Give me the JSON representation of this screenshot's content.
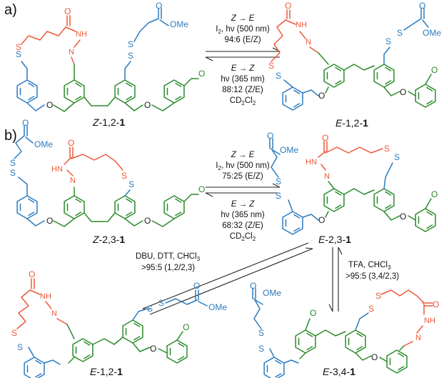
{
  "panels": {
    "a": "a)",
    "b": "b)"
  },
  "compounds": {
    "z12": {
      "prefix": "Z",
      "suffix": "-1,2-",
      "bold": "1"
    },
    "e12_top": {
      "prefix": "E",
      "suffix": "-1,2-",
      "bold": "1"
    },
    "z23": {
      "prefix": "Z",
      "suffix": "-2,3-",
      "bold": "1"
    },
    "e23": {
      "prefix": "E",
      "suffix": "-2,3-",
      "bold": "1"
    },
    "e12_bottom": {
      "prefix": "E",
      "suffix": "-1,2-",
      "bold": "1"
    },
    "e34": {
      "prefix": "E",
      "suffix": "-3,4-",
      "bold": "1"
    }
  },
  "atoms": {
    "S": "S",
    "O": "O",
    "OMe": "OMe",
    "N": "N",
    "NH": "NH",
    "HN": "HN",
    "H": "H"
  },
  "conditions_a": {
    "fwd_title": {
      "z": "Z",
      "arrow": " → ",
      "e": "E"
    },
    "fwd_line1": {
      "i2": "I",
      "sub": "2",
      "rest": ", hν (500 nm)"
    },
    "fwd_line2": "94:6 (E/Z)",
    "rev_title": {
      "e": "E",
      "arrow": " → ",
      "z": "Z"
    },
    "rev_line1": "hν (365 nm)",
    "rev_line2": "88:12 (Z/E)",
    "solvent": {
      "main": "CD",
      "sub": "2",
      "tail": "Cl",
      "sub2": "2"
    }
  },
  "conditions_b": {
    "fwd_title": {
      "z": "Z",
      "arrow": " → ",
      "e": "E"
    },
    "fwd_line1": {
      "i2": "I",
      "sub": "2",
      "rest": ", hν (500 nm)"
    },
    "fwd_line2": "75:25 (E/Z)",
    "rev_title": {
      "e": "E",
      "arrow": " → ",
      "z": "Z"
    },
    "rev_line1": "hν (365 nm)",
    "rev_line2": "68:32 (Z/E)",
    "solvent": {
      "main": "CD",
      "sub": "2",
      "tail": "Cl",
      "sub2": "2"
    }
  },
  "conditions_dtt": {
    "line1": {
      "main": "DBU, DTT, CHCl",
      "sub": "3"
    },
    "line2": ">95:5 (1,2/2,3)"
  },
  "conditions_tfa": {
    "line1": {
      "main": "TFA, CHCl",
      "sub": "3"
    },
    "line2": ">95:5 (3,4/2,3)"
  }
}
